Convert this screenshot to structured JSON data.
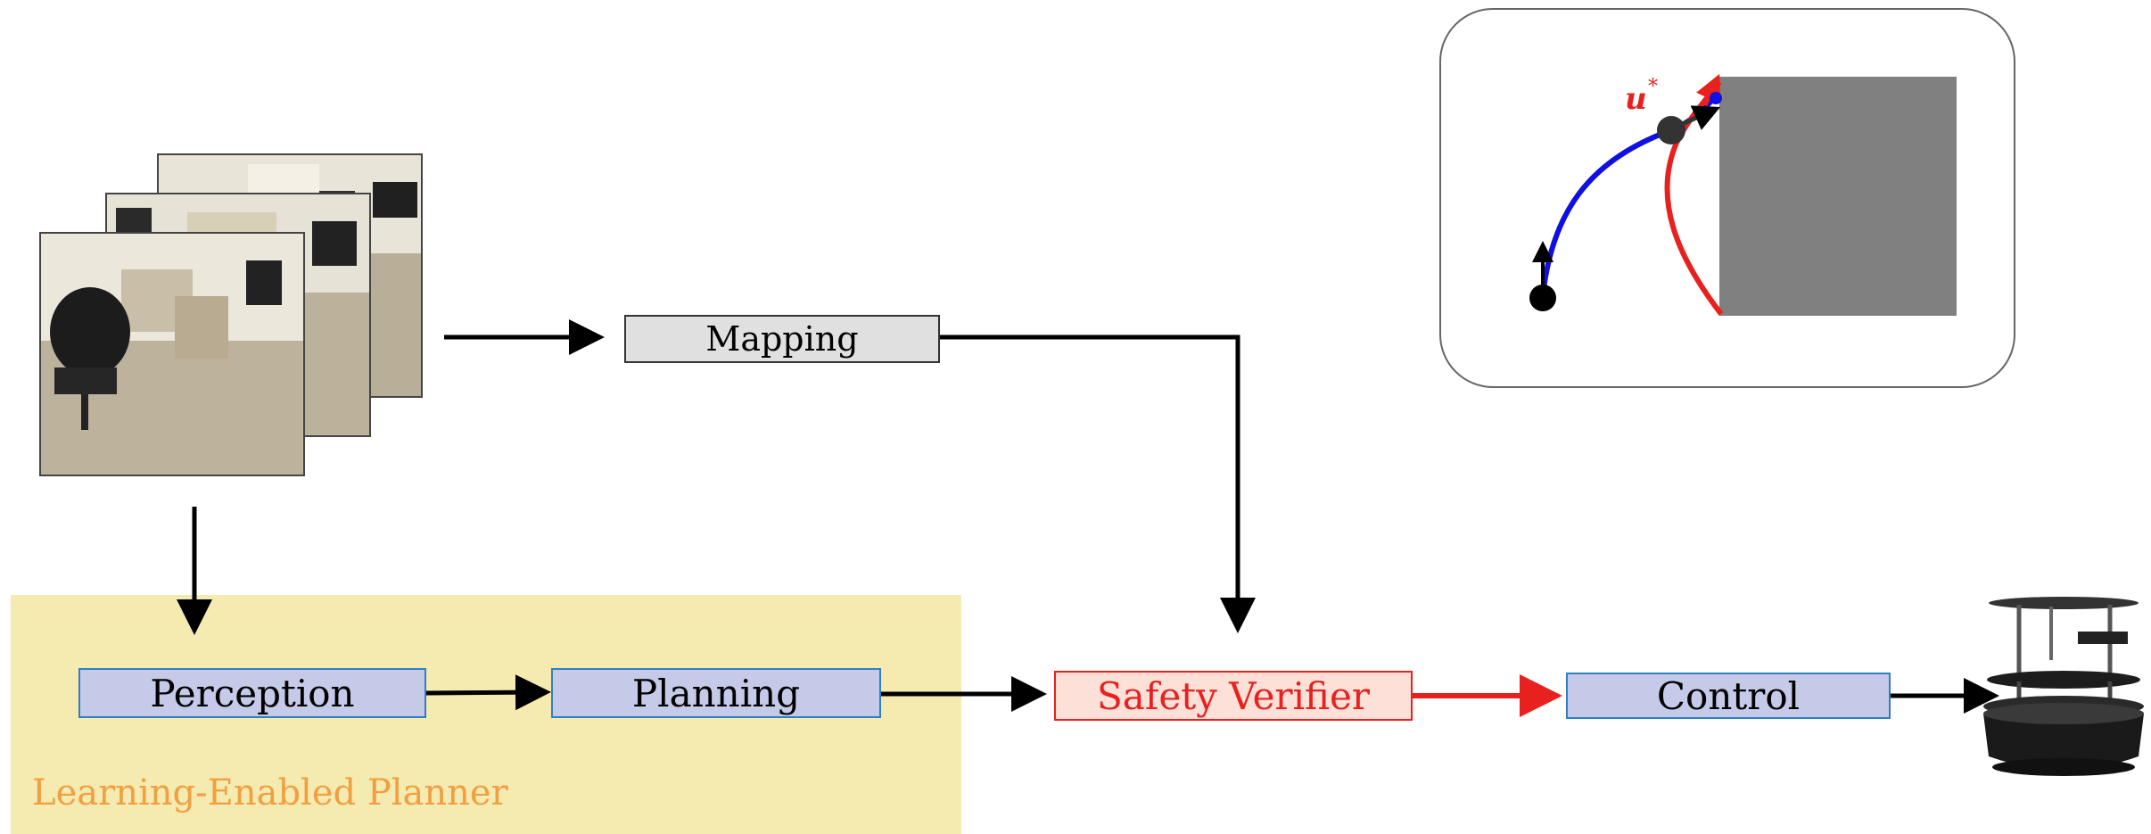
{
  "blocks": {
    "mapping": "Mapping",
    "perception": "Perception",
    "planning": "Planning",
    "safety_verifier": "Safety Verifier",
    "control": "Control"
  },
  "planner_region": {
    "label": "Learning-Enabled Planner"
  },
  "inset": {
    "control_label": "u",
    "control_label_superscript": "*"
  },
  "colors": {
    "planner_bg": "#f5eab0",
    "planner_label": "#f0a040",
    "module_fill": "#c5cae8",
    "module_border": "#2f80c0",
    "verifier_fill": "#fde0d8",
    "verifier_accent": "#e8201e",
    "mapping_fill": "#e0e0e0",
    "obstacle": "#808080",
    "nominal_trajectory": "#1010e0",
    "safe_trajectory": "#e8201e"
  },
  "icons": [
    "camera-frames-image",
    "robot-icon"
  ]
}
